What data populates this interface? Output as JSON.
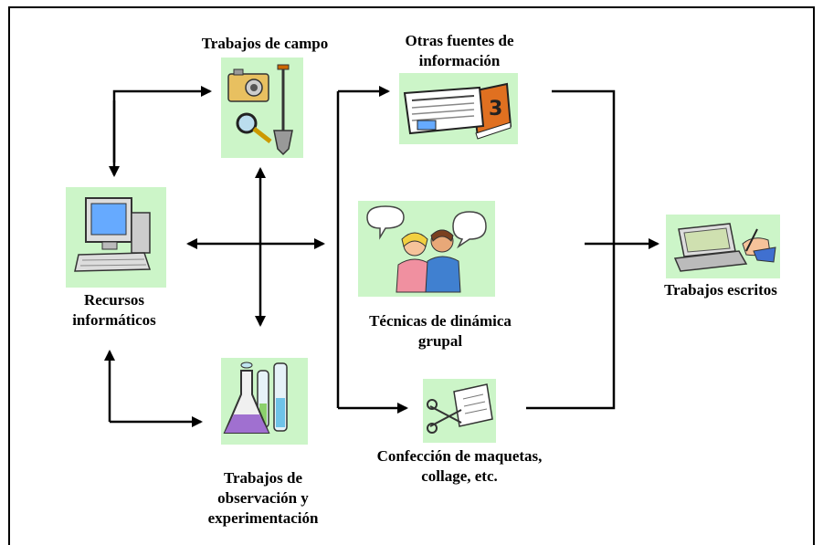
{
  "nodes": {
    "trabajos_campo": {
      "label": "Trabajos de campo"
    },
    "otras_fuentes": {
      "label_line1": "Otras fuentes de",
      "label_line2": "información"
    },
    "recursos_informaticos": {
      "label_line1": "Recursos",
      "label_line2": "informáticos"
    },
    "tecnicas_dinamica": {
      "label_line1": "Técnicas de dinámica",
      "label_line2": "grupal"
    },
    "trabajos_escritos": {
      "label": "Trabajos escritos"
    },
    "confeccion_maquetas": {
      "label_line1": "Confección de maquetas,",
      "label_line2": "collage, etc."
    },
    "trabajos_observacion": {
      "label_line1": "Trabajos de",
      "label_line2": "observación y",
      "label_line3": "experimentación"
    }
  },
  "colors": {
    "node_background": "#ccf5c8",
    "line": "#000000"
  },
  "icons": {
    "trabajos_campo": "camera-magnifier-shovel-icon",
    "otras_fuentes": "newspaper-book-icon",
    "recursos_informaticos": "computer-icon",
    "tecnicas_dinamica": "people-talking-icon",
    "trabajos_escritos": "laptop-writing-icon",
    "confeccion_maquetas": "scissors-paper-icon",
    "trabajos_observacion": "lab-flasks-icon"
  }
}
